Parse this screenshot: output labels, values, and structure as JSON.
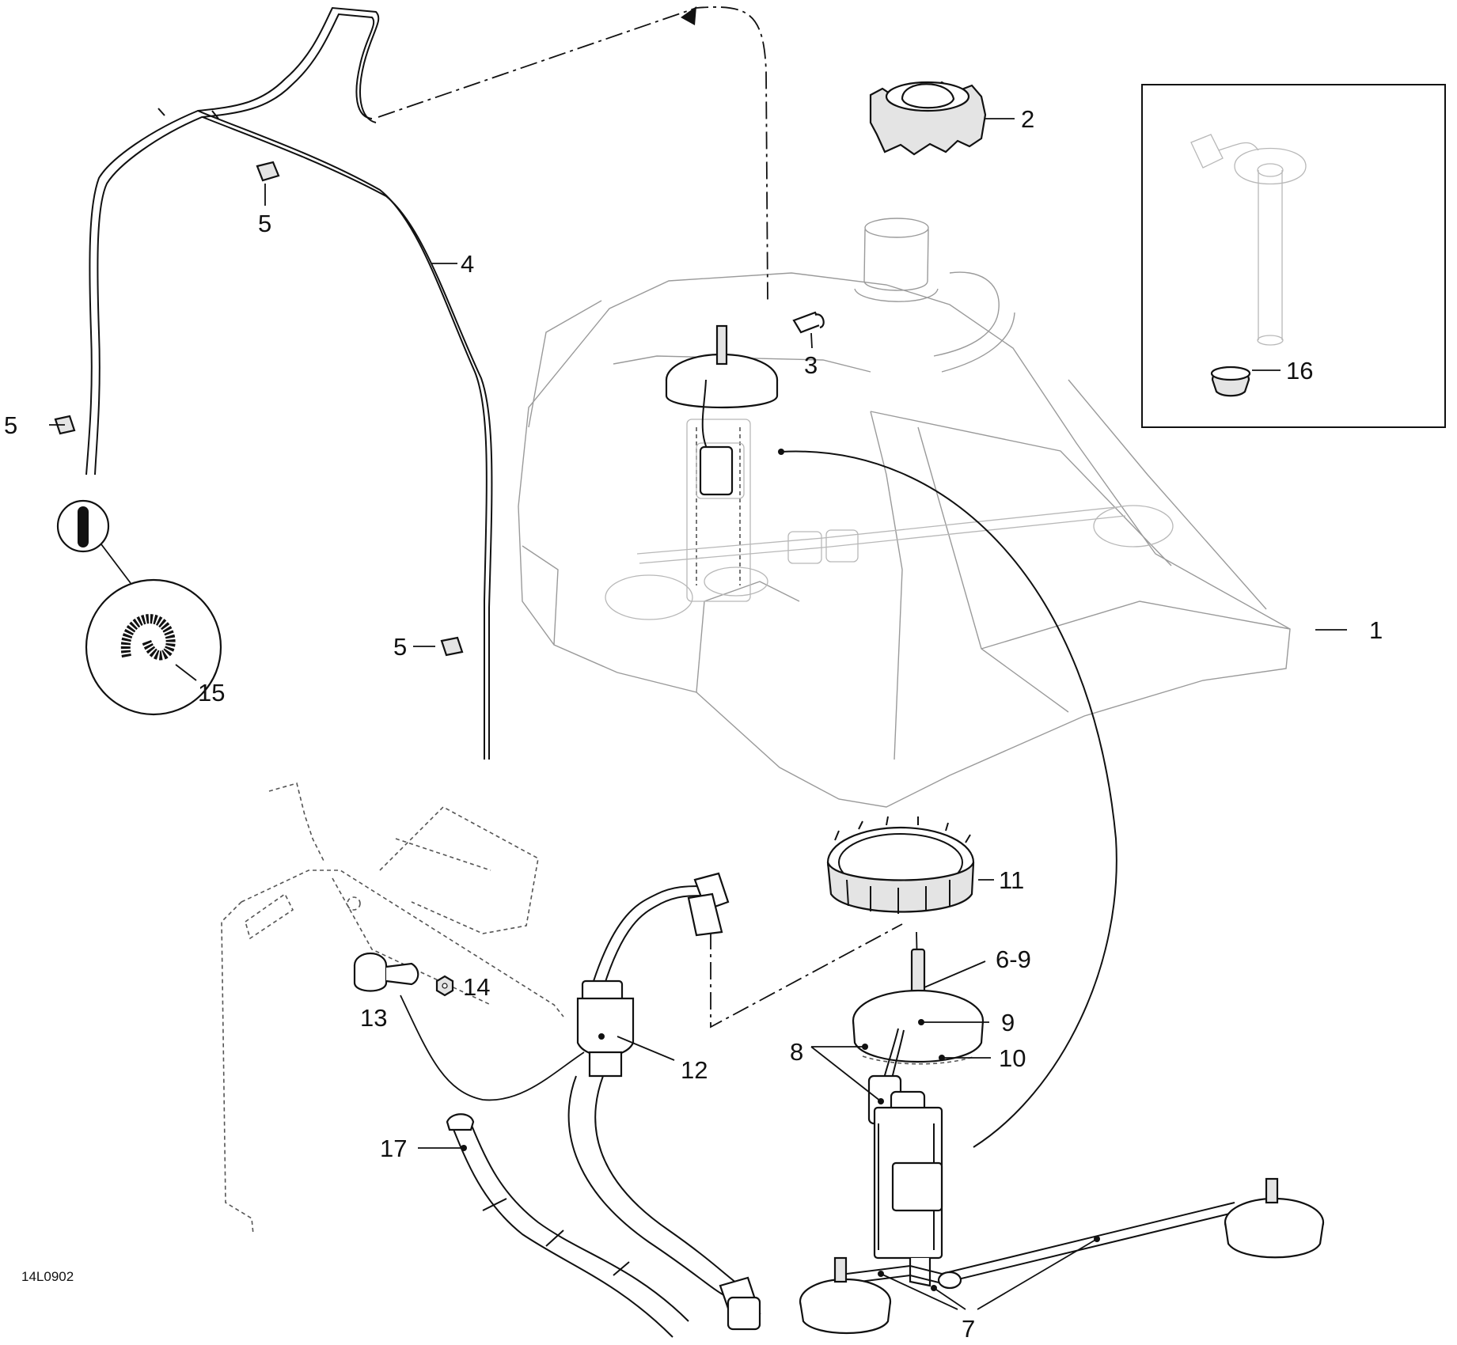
{
  "figure": {
    "reference_code": "14L0902"
  },
  "callouts": {
    "c1": "1",
    "c2": "2",
    "c3": "3",
    "c4": "4",
    "c5a": "5",
    "c5b": "5",
    "c5c": "5",
    "c6_9": "6-9",
    "c7": "7",
    "c8": "8",
    "c9": "9",
    "c10": "10",
    "c11": "11",
    "c12": "12",
    "c13": "13",
    "c14": "14",
    "c15": "15",
    "c16": "16",
    "c17": "17"
  }
}
